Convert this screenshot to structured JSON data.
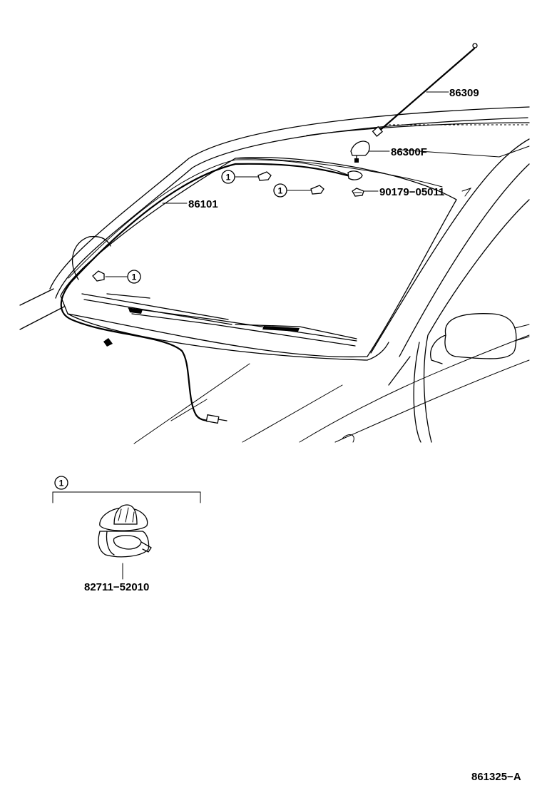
{
  "parts": {
    "antenna_rod": "86309",
    "antenna_base": "86300F",
    "antenna_cord": "86101",
    "screw": "90179−05011",
    "clamp": "82711−52010"
  },
  "callout": {
    "ref_number": "1"
  },
  "figure_code": "861325−A"
}
